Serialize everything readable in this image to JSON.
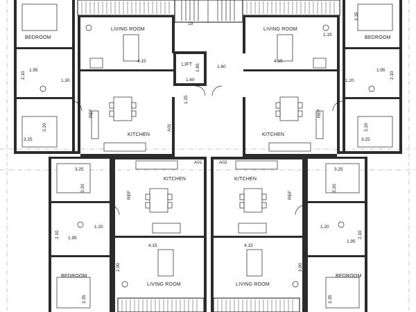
{
  "rooms": {
    "bedroom": "BEDROOM",
    "living_room": "LIVING ROOM",
    "kitchen": "KITCHEN",
    "lift": "LIFT"
  },
  "apartments": {
    "a01": "A01",
    "a02": "A02"
  },
  "dimensions": {
    "d415": "4.15",
    "d320": "3.20",
    "d325": "3.25",
    "d335": "3.35",
    "d195": "1.95",
    "d130": "1.30",
    "d120": "1.20",
    "d160": "1.60",
    "d185": "1.85",
    "d125": "1.25",
    "d115": "1.15",
    "d210": "2.10",
    "d290": "2.90",
    "d390": "3.90",
    "d19": "19"
  },
  "fixtures": {
    "ref": "REF"
  }
}
